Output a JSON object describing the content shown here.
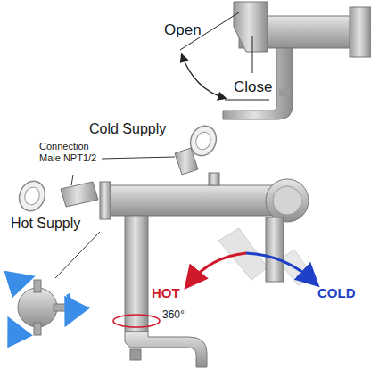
{
  "diagram": {
    "labels": [
      "Open",
      "Close",
      "Cold Supply",
      "Connection Male NPT1/2",
      "Hot Supply",
      "HOT",
      "COLD",
      "360°"
    ]
  }
}
